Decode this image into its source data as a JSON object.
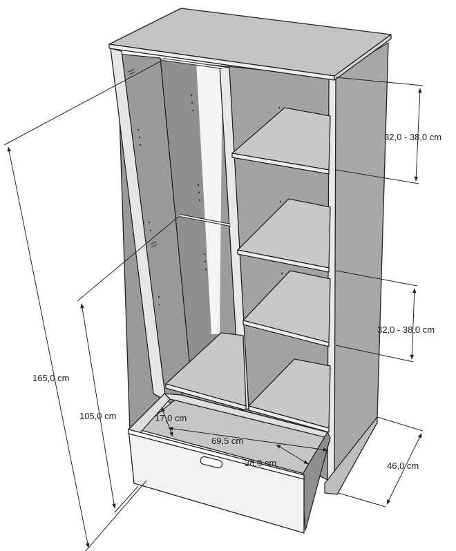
{
  "dimensions": {
    "total_height": "165,0 cm",
    "hanging_height": "105,0 cm",
    "shelf_spacing_top": "32,0 - 38,0 cm",
    "shelf_spacing_middle": "32,0 - 38,0 cm",
    "depth": "46,0 cm",
    "drawer_height": "17,0 cm",
    "drawer_width": "69,5 cm",
    "drawer_depth": "38,0 cm"
  },
  "colors": {
    "outline": "#222222",
    "top_face": "#bdbdbd",
    "side_face": "#a8a8a8",
    "interior": "#9e9e9e",
    "shelf_top": "#c8c8c8",
    "front_edge": "#e6e6e6",
    "drawer_front": "#f2f2f2"
  }
}
